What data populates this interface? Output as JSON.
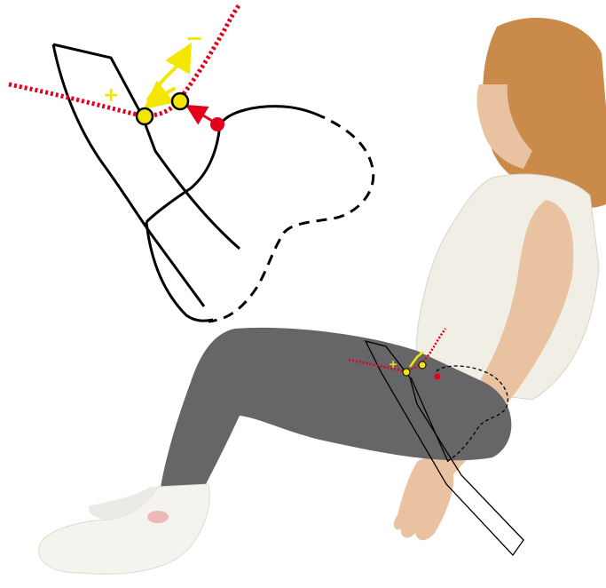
{
  "labels": {
    "plus": "+",
    "minus": "−",
    "small_plus": "+"
  },
  "colors": {
    "background": "#ffffff",
    "outline": "#000000",
    "dashed_line": "#e3001b",
    "marker_yellow": "#f4e600",
    "marker_red": "#e3001b",
    "hair": "#c98a4a",
    "shirt": "#f1eee6",
    "leggings": "#666668",
    "skin": "#e9c2a2",
    "socks": "#f4f3ee"
  },
  "icons": [
    "figure-illustration",
    "pelvis-spine-outline",
    "rotation-arrow"
  ]
}
